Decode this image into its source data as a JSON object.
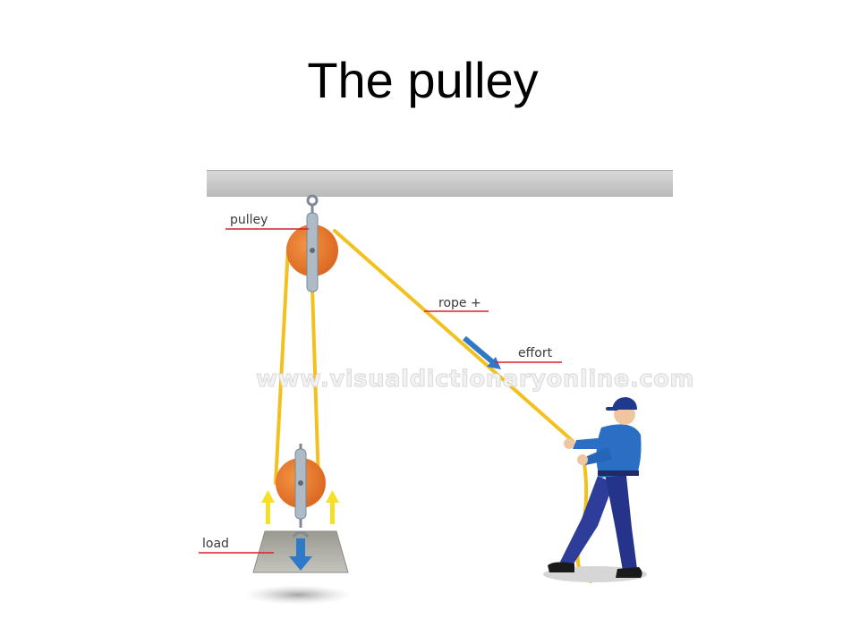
{
  "slide": {
    "title": "The pulley"
  },
  "diagram": {
    "labels": {
      "pulley": "pulley",
      "rope": "rope +",
      "effort": "effort",
      "load": "load"
    },
    "watermark": "www.visualdictionaryonline.com"
  },
  "colors": {
    "rope": "#f2c11d",
    "pulley_wheel": "#e9762b",
    "ceiling": "#c8c8c8",
    "label_line": "#d8202a",
    "effort_arrow": "#2f7ac8",
    "lift_arrows": "#f6df25",
    "shirt": "#2a6fc4",
    "trousers": "#2d3d99"
  }
}
